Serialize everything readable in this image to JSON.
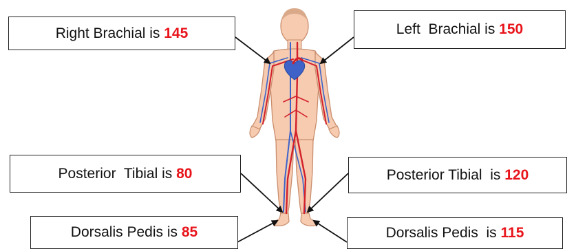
{
  "colors": {
    "value_red": "#e8141b",
    "box_border": "#222222",
    "skin": "#f6cbb0",
    "skin_outline": "#c98d6d",
    "artery": "#d3202a",
    "vein": "#3c63c9",
    "heart": "#3f62c8"
  },
  "labels": {
    "right_brachial": {
      "text": "Right Brachial is ",
      "value": "145"
    },
    "left_brachial": {
      "text": "Left  Brachial is ",
      "value": "150"
    },
    "right_posterior_tibial": {
      "text": "Posterior  Tibial is ",
      "value": "80"
    },
    "left_posterior_tibial": {
      "text": "Posterior Tibial  is ",
      "value": "120"
    },
    "right_dorsalis_pedis": {
      "text": "Dorsalis Pedis is ",
      "value": "85"
    },
    "left_dorsalis_pedis": {
      "text": "Dorsalis Pedis  is ",
      "value": "115"
    }
  }
}
